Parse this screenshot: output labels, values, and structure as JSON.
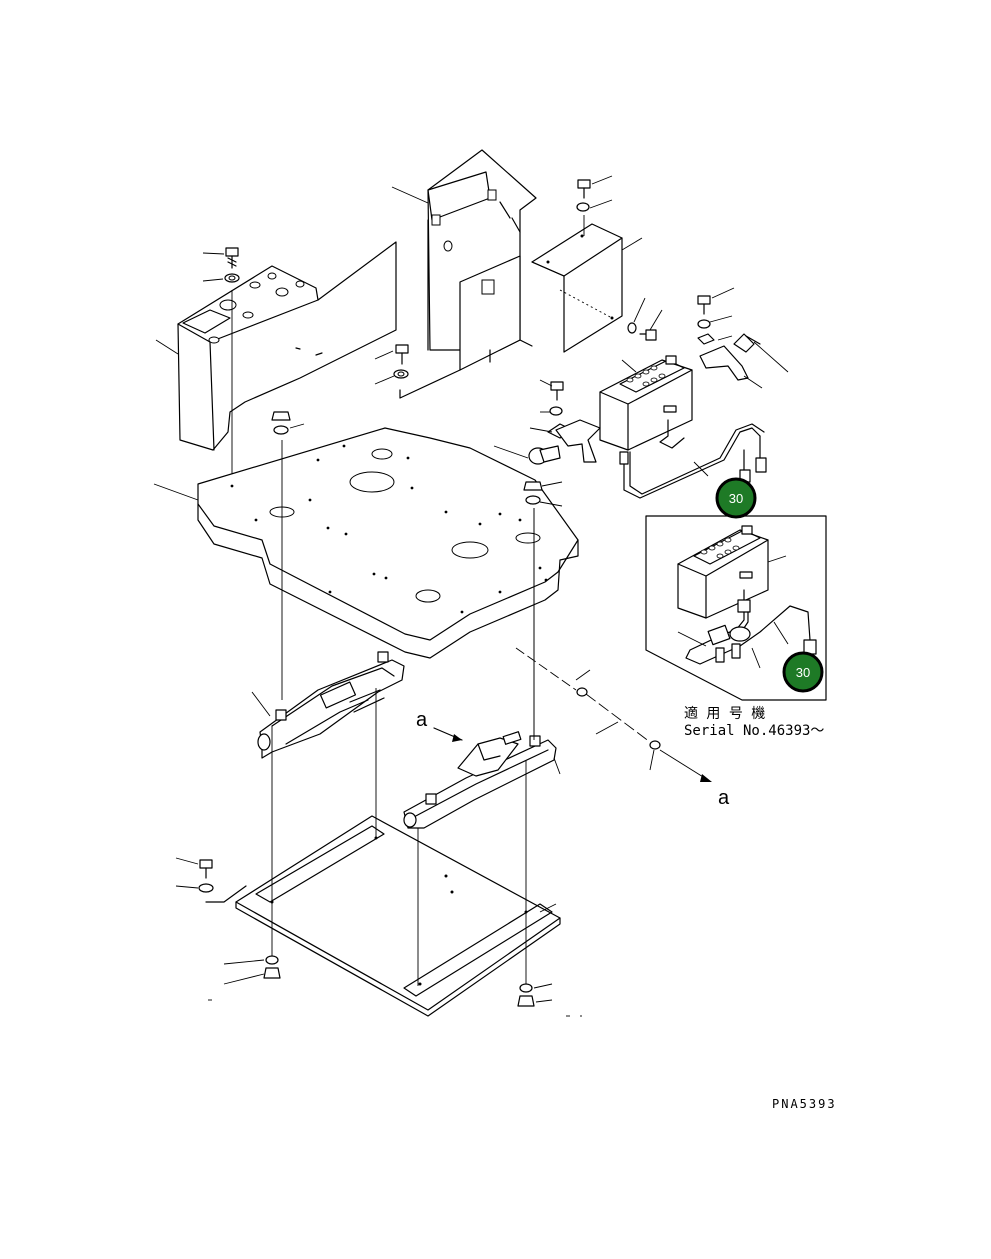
{
  "callouts": [
    {
      "label": "30",
      "color": "#1e7a26"
    },
    {
      "label": "30",
      "color": "#1e7a26"
    }
  ],
  "view_marker": {
    "label": "a"
  },
  "view_marker_target": {
    "label": "a"
  },
  "inset": {
    "applicable_label": "適 用 号 機",
    "serial_label": "Serial No.46393～"
  },
  "drawing_number": "PNA5393",
  "icons": {
    "callout": "circled-number-callout",
    "view-arrow": "view-direction-arrow"
  }
}
